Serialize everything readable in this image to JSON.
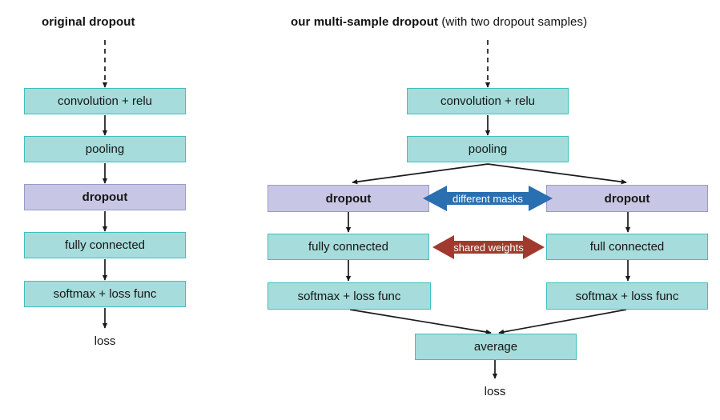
{
  "diagram": {
    "title_left": "original dropout",
    "panels": {
      "left": {
        "title": "original dropout",
        "nodes": [
          {
            "label": "convolution + relu",
            "kind": "teal"
          },
          {
            "label": "pooling",
            "kind": "teal"
          },
          {
            "label": "dropout",
            "kind": "purple"
          },
          {
            "label": "fully connected",
            "kind": "teal"
          },
          {
            "label": "softmax + loss func",
            "kind": "teal"
          }
        ],
        "output_label": "loss"
      },
      "right": {
        "title_bold": "our multi-sample dropout",
        "title_normal": " (with two dropout samples)",
        "shared_nodes": [
          {
            "label": "convolution + relu",
            "kind": "teal"
          },
          {
            "label": "pooling",
            "kind": "teal"
          }
        ],
        "branch_left": [
          {
            "label": "dropout",
            "kind": "purple"
          },
          {
            "label": "fully connected",
            "kind": "teal"
          },
          {
            "label": "softmax + loss func",
            "kind": "teal"
          }
        ],
        "branch_right": [
          {
            "label": "dropout",
            "kind": "purple"
          },
          {
            "label": "full connected",
            "kind": "teal"
          },
          {
            "label": "softmax + loss func",
            "kind": "teal"
          }
        ],
        "merge_node": {
          "label": "average",
          "kind": "teal"
        },
        "output_label": "loss",
        "relations": [
          {
            "id": "different-masks",
            "label": "different masks",
            "color": "#2a6fb0"
          },
          {
            "id": "shared-weights",
            "label": "shared weights",
            "color": "#a03a2e"
          }
        ]
      }
    },
    "colors": {
      "teal_fill": "#a6dcdb",
      "teal_border": "#3fbfbd",
      "purple_fill": "#c7c6e5",
      "purple_border": "#9a99cd",
      "arrow_blue": "#2a6fb0",
      "arrow_red": "#a03a2e",
      "edge": "#1a1a1a",
      "background": "#ffffff"
    }
  }
}
